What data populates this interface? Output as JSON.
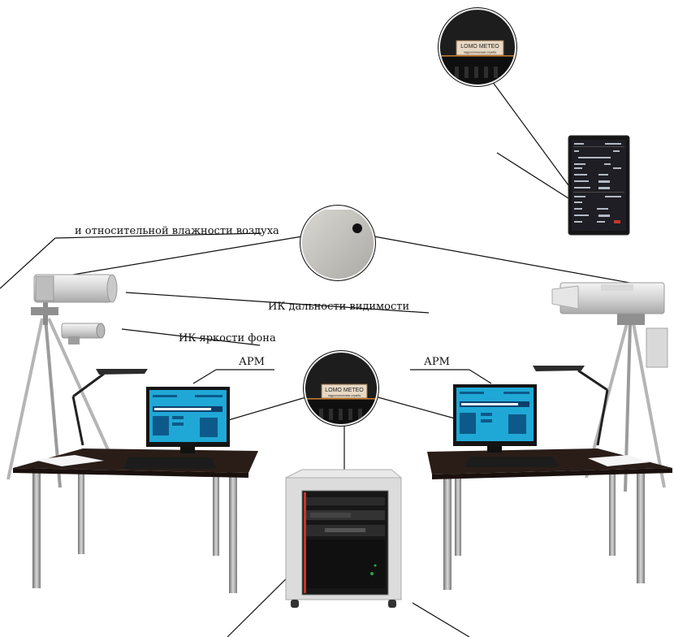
{
  "labels": {
    "ir_visibility": "ИК дальности видимости",
    "ir_background": "ИК яркости фона",
    "apm_left": "АРМ",
    "apm_right": "АРМ",
    "humidity": "и относительной влажности воздуха"
  },
  "brand": {
    "name": "LOMO METEO",
    "subtitle": "гидрологическая служба"
  },
  "colors": {
    "table_top": "#2a1d18",
    "table_leg": "#8c8c8c",
    "screen": "#1fa8d6",
    "device_body": "#e6e6e6",
    "rack_frame": "#d9d9d9",
    "rack_inner": "#1a1a1a",
    "callout_line": "#111111"
  },
  "icons": {
    "detail_hole": "mounting-hole-icon",
    "panel_display": "tablet-display-icon"
  }
}
